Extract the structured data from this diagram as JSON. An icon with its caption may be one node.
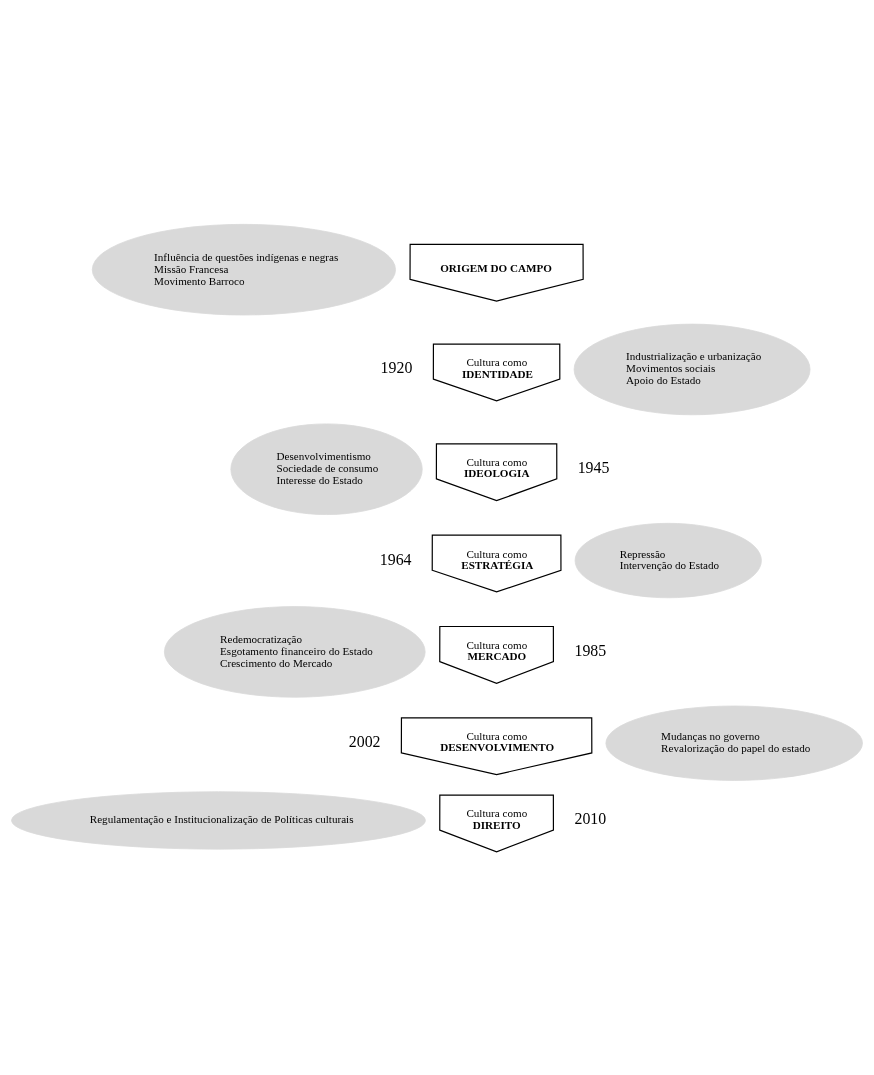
{
  "diagram": {
    "nodes": [
      {
        "text": [
          "Influência de questões indígenas e negras",
          "Missão Francesa",
          "Movimento Barroco"
        ]
      },
      {
        "text": [
          "ORIGEM DO CAMPO"
        ]
      },
      {
        "text": [
          "Industrialização e urbanização",
          "Movimentos sociais",
          "Apoio do Estado"
        ]
      },
      {
        "text": [
          "Cultura como",
          "IDENTIDADE"
        ]
      },
      {
        "text": [
          "Desenvolvimentismo",
          "Sociedade de consumo",
          "Interesse do Estado"
        ]
      },
      {
        "text": [
          "Cultura como",
          "IDEOLOGIA"
        ]
      },
      {
        "text": [
          "Repressão",
          "Intervenção do Estado"
        ]
      },
      {
        "text": [
          "Cultura como",
          "ESTRATÉGIA"
        ]
      },
      {
        "text": [
          "Redemocratização",
          "Esgotamento financeiro do Estado",
          "Crescimento do Mercado"
        ]
      },
      {
        "text": [
          "Cultura como",
          "MERCADO"
        ]
      },
      {
        "text": [
          "Mudanças no governo",
          "Revalorização do papel do estado"
        ]
      },
      {
        "text": [
          "Cultura como",
          "DESENVOLVIMENTO"
        ]
      },
      {
        "text": [
          "Regulamentação e Institucionalização de Políticas culturais"
        ]
      },
      {
        "text": [
          "Cultura como",
          "DIREITO"
        ]
      }
    ],
    "edges": [],
    "labels": [
      "1920",
      "1945",
      "1964",
      "1985",
      "2002",
      "2010"
    ]
  }
}
